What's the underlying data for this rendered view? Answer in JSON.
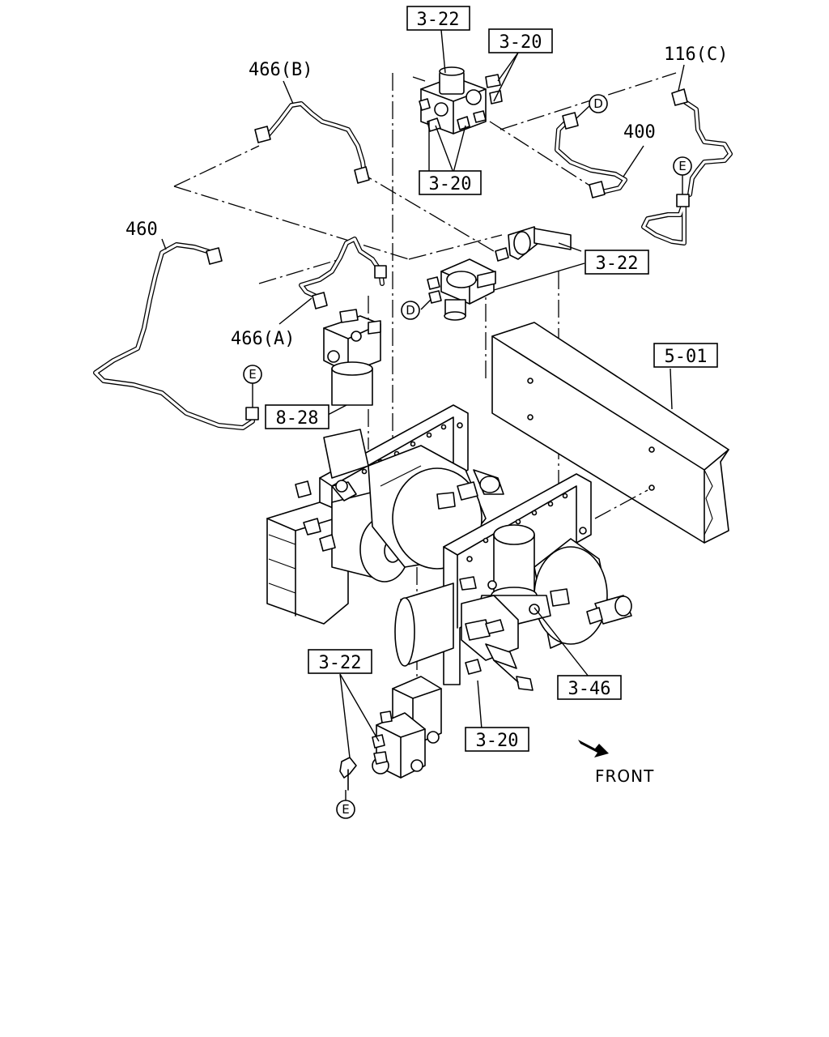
{
  "labels": {
    "top_322": "3-22",
    "top_320_right": "3-20",
    "top_320_below": "3-20",
    "label_466b": "466(B)",
    "label_116c": "116(C)",
    "label_400": "400",
    "label_460": "460",
    "label_466a": "466(A)",
    "mid_322": "3-22",
    "label_501": "5-01",
    "label_828": "8-28",
    "bottom_322": "3-22",
    "label_346": "3-46",
    "bottom_320": "3-20",
    "front": "FRONT"
  },
  "refs": {
    "d_top": "D",
    "d_mid": "D",
    "e_right": "E",
    "e_left": "E",
    "e_bottom": "E"
  },
  "icons": {
    "front_arrow": "front-direction-arrow-icon"
  }
}
